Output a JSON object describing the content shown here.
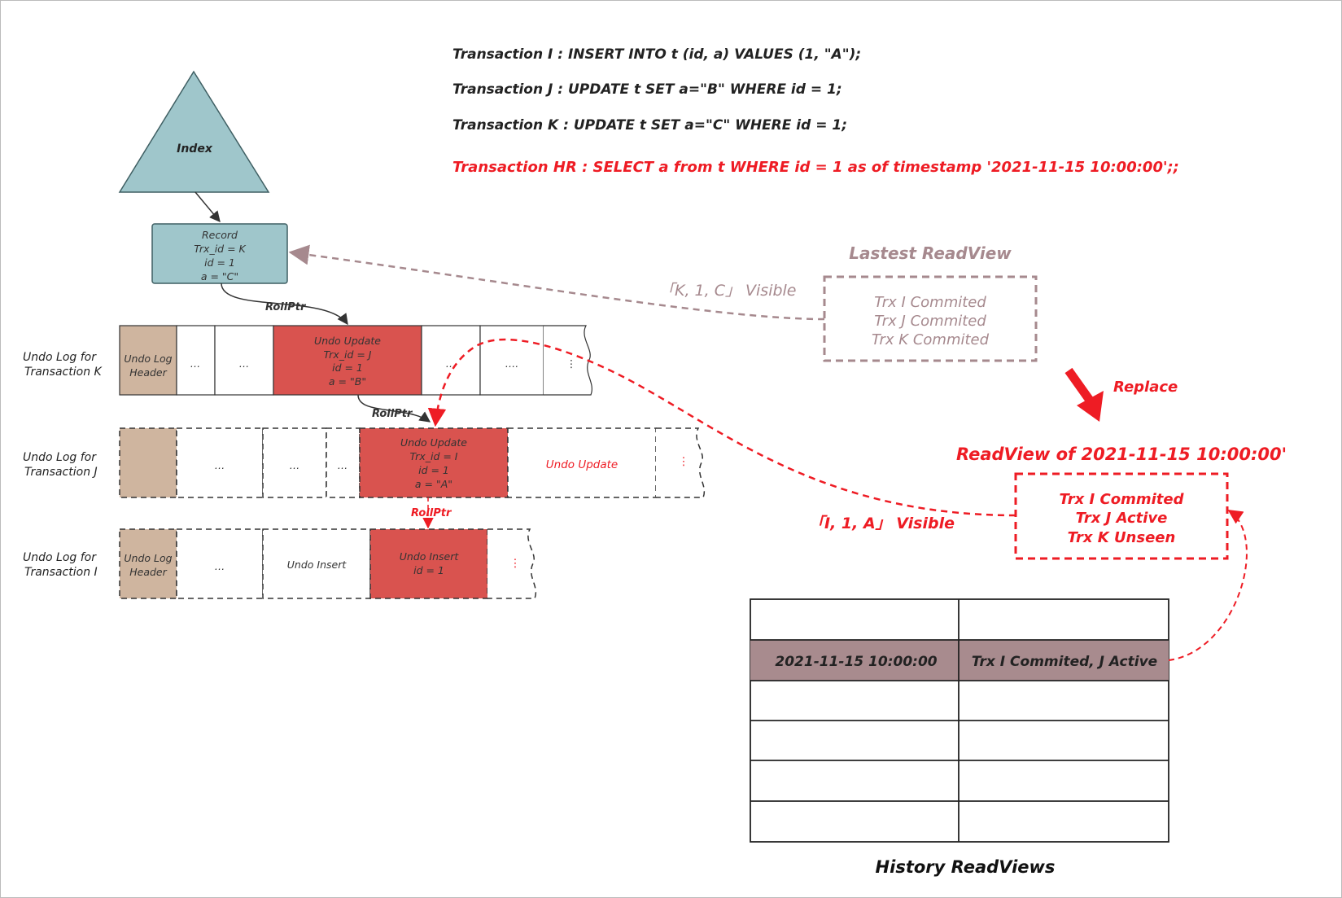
{
  "statements": [
    "Transaction I  :  INSERT  INTO  t  (id, a)  VALUES  (1, \"A\");",
    "Transaction J  :  UPDATE  t  SET  a=\"B\"  WHERE  id = 1;",
    "Transaction K  :  UPDATE  t  SET  a=\"C\"  WHERE  id = 1;",
    "Transaction HR :    SELECT a from t WHERE id = 1 as of timestamp '2021-11-15 10:00:00';;"
  ],
  "index_label": "Index",
  "record": {
    "lines": [
      "Record",
      "Trx_id = K",
      "id = 1",
      "a = \"C\""
    ]
  },
  "rollptr_label": "RollPtr",
  "ellipsis": "…",
  "ellipsis_long": "….",
  "vert_dots": "⋮",
  "undo_k": {
    "label": [
      "Undo Log for",
      "Transaction K"
    ],
    "header": [
      "Undo Log",
      "Header"
    ],
    "update_lines": [
      "Undo Update",
      "Trx_id = J",
      "id = 1",
      "a = \"B\""
    ]
  },
  "undo_j": {
    "label": [
      "Undo Log for",
      "Transaction J"
    ],
    "update_lines": [
      "Undo Update",
      "Trx_id = I",
      "id = 1",
      "a = \"A\""
    ],
    "update_text": "Undo Update"
  },
  "undo_i": {
    "label": [
      "Undo Log for",
      "Transaction I"
    ],
    "header": [
      "Undo Log",
      "Header"
    ],
    "insert_text": "Undo Insert",
    "insert_lines": [
      "Undo Insert",
      "id = 1"
    ]
  },
  "latest_readview": {
    "title": "Lastest ReadView",
    "lines": [
      "Trx I Commited",
      "Trx J Commited",
      "Trx K Commited"
    ],
    "visible": "「K,  1,  C」 Visible"
  },
  "replace_label": "Replace",
  "history_readview": {
    "title": "ReadView of 2021-11-15 10:00:00'",
    "lines": [
      "Trx I Commited",
      "Trx J Active",
      "Trx K Unseen"
    ],
    "visible": "「I,  1,  A」 Visible"
  },
  "history_table": {
    "highlight_row": [
      "2021-11-15  10:00:00",
      "Trx I Commited, J Active"
    ],
    "caption": "History ReadViews"
  },
  "colors": {
    "teal": "#9fc6cb",
    "tan": "#cfb59f",
    "undo_red": "#d9534f",
    "accent_red": "#ee1c24",
    "mauve": "#a6898e",
    "table_highlight": "#a88b8e"
  }
}
